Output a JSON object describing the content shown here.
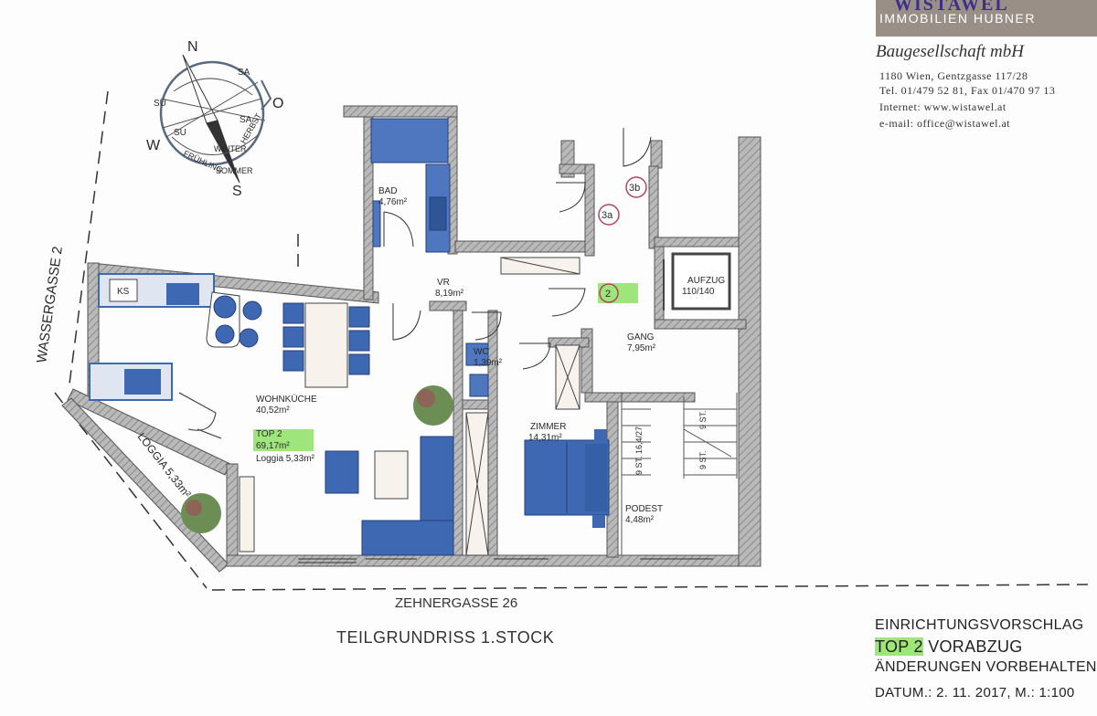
{
  "branding": {
    "logo_top": "WISTAWEL",
    "logo_sub": "IMMOBILIEN HUBNER",
    "company": "Baugesellschaft mbH",
    "address_lines": [
      "1180 Wien, Gentzgasse 117/28",
      "Tel. 01/479 52 81, Fax 01/470 97 13",
      "Internet: www.wistawel.at",
      "e-mail: office@wistawel.at"
    ]
  },
  "compass": {
    "north": "N",
    "south": "S",
    "west": "W",
    "east": "O",
    "su_top": "SU",
    "sa_top": "SA",
    "su_mid": "SU",
    "sa_mid": "SA",
    "winter": "WINTER",
    "herbst": "HERBST",
    "fruehling": "FRÜHLING",
    "sommer": "SOMMER"
  },
  "streets": {
    "west": "WASSERGASSE 2",
    "south": "ZEHNERGASSE 26"
  },
  "rooms": {
    "bad_name": "BAD",
    "bad_area": "4,76m²",
    "vr_name": "VR",
    "vr_area": "8,19m²",
    "wc_name": "WC",
    "wc_area": "1,39m²",
    "wohnkueche_name": "WOHNKÜCHE",
    "wohnkueche_area": "40,52m²",
    "zimmer_name": "ZIMMER",
    "zimmer_area": "14,31m²",
    "gang_name": "GANG",
    "gang_area": "7,95m²",
    "aufzug_name": "AUFZUG",
    "aufzug_size": "110/140",
    "podest_name": "PODEST",
    "podest_area": "4,48m²",
    "loggia_label": "LOGGIA 5,33m²",
    "ks_label": "KS",
    "top_label": "TOP 2",
    "top_area": "69,17m²",
    "top_loggia": "Loggia 5,33m²"
  },
  "stairs": {
    "st1": "9 ST. 16,4/27",
    "st2": "9 ST.",
    "st3": "9 ST."
  },
  "markers": {
    "m3b": "3b",
    "m3a": "3a",
    "m2": "2"
  },
  "plan_title": "TEILGRUNDRISS 1.STOCK",
  "notes": {
    "line1": "EINRICHTUNGSVORSCHLAG",
    "line2a": "TOP 2",
    "line2b": "VORABZUG",
    "line3": "ÄNDERUNGEN VORBEHALTEN",
    "line4": "DATUM.:  2. 11. 2017,  M.: 1:100"
  },
  "colors": {
    "wall": "#8a8a8a",
    "wall_dark": "#555555",
    "furniture_blue": "#3f68b3",
    "highlight_green": "#9ee67c",
    "marker_red": "#b24660"
  }
}
